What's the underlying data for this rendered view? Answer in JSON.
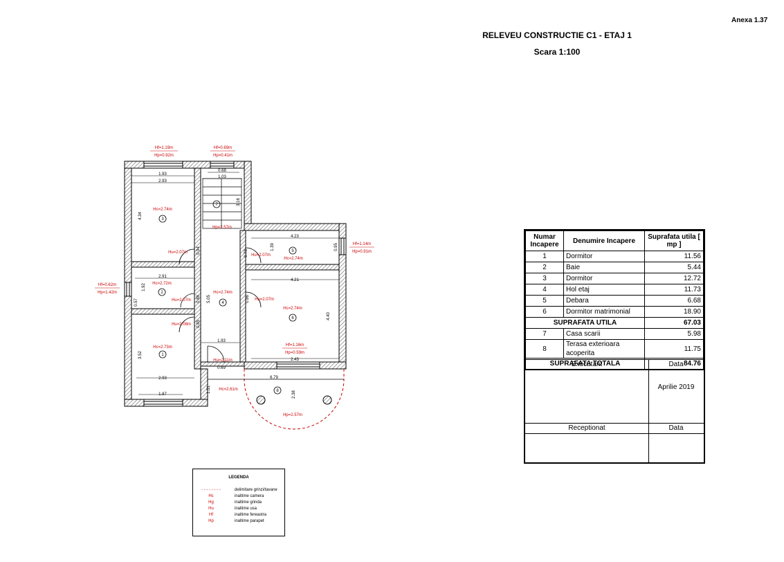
{
  "header": {
    "annex": "Anexa 1.37",
    "title": "RELEVEU CONSTRUCTIE C1 - ETAJ 1",
    "scale": "Scara 1:100"
  },
  "colors": {
    "wall": "#000000",
    "annotation": "#cc0000",
    "hatch": "#777777"
  },
  "plan": {
    "windows": {
      "w3": [
        "Hf=1.19m",
        "Hp=0.92m"
      ],
      "w7": [
        "Hf=0.69m",
        "Hp=0.41m"
      ],
      "w5": [
        "Hf=1.14m",
        "Hp=0.91m"
      ],
      "w2": [
        "Hf=0.62m",
        "Hp=1.42m"
      ],
      "w6": [
        "Hf=1.16m",
        "Hp=0.59m"
      ]
    },
    "dims": {
      "d1": "1.93",
      "d2": "2.93",
      "d3": "0.68",
      "d4": "1.03",
      "d5": "4.34",
      "d6": "3.16",
      "d7": "4.23",
      "d8": "1.39",
      "d9": "0.78",
      "d10": "0.95",
      "d11": "2.91",
      "d12": "1.92",
      "d13": "0.57",
      "d14": "0.94",
      "d15": "4.21",
      "d16": "4.40",
      "d17": "0.88",
      "d18": "0.86",
      "d19": "5.05",
      "d20": "1.93",
      "d21": "0.85",
      "d22": "0.69",
      "d23": "2.43",
      "d24": "3.52",
      "d25": "2.93",
      "d26": "1.87",
      "d27": "1.51",
      "d28": "6.79",
      "d29": "2.38"
    },
    "heights": {
      "hc3": "Hc=2.74m",
      "hu3": "Hu=2.07m",
      "hu7": "Hp=2.57m",
      "hu5": "Hu=2.07m",
      "hc5": "Hc=2.74m",
      "hc2": "Hc=2.72m",
      "hu2": "Hu=2.07m",
      "hc4": "Hc=2.74m",
      "hu6": "Hu=2.07m",
      "hc6": "Hc=2.74m",
      "hu1": "Hu=2.08m",
      "hc1": "Hc=2.73m",
      "hu4": "Hu=2.11m",
      "hc8": "Hc=2.61m",
      "hp8": "Hp=2.57m"
    },
    "rooms": [
      "1",
      "2",
      "3",
      "4",
      "5",
      "6",
      "7",
      "8"
    ]
  },
  "table": {
    "headers": [
      "Numar Incapere",
      "Denumire Incapere",
      "Suprafata utila [ mp ]"
    ],
    "rows": [
      {
        "n": "1",
        "name": "Dormitor",
        "area": "11.56"
      },
      {
        "n": "2",
        "name": "Baie",
        "area": "5.44"
      },
      {
        "n": "3",
        "name": "Dormitor",
        "area": "12.72"
      },
      {
        "n": "4",
        "name": "Hol etaj",
        "area": "11.73"
      },
      {
        "n": "5",
        "name": "Debara",
        "area": "6.68"
      },
      {
        "n": "6",
        "name": "Dormitor matrimonial",
        "area": "18.90"
      }
    ],
    "util_label": "SUPRAFATA UTILA",
    "util_value": "67.03",
    "rows2": [
      {
        "n": "7",
        "name": "Casa scarii",
        "area": "5.98"
      },
      {
        "n": "8",
        "name": "Terasa exterioara acoperita",
        "area": "11.75"
      }
    ],
    "total_label": "SUPRAFATA TOTALA",
    "total_value": "84.76",
    "executant": "Executant",
    "data": "Data",
    "date_value": "Aprilie 2019",
    "receptionat": "Receptionat",
    "data2": "Data"
  },
  "legend": {
    "title": "LEGENDA",
    "items": [
      {
        "sym": "- - - - - - - -",
        "desc": "delimitare grinzi/tavane"
      },
      {
        "sym": "Hc",
        "desc": "inaltime camera"
      },
      {
        "sym": "Hg",
        "desc": "inaltime grinda"
      },
      {
        "sym": "Hu",
        "desc": "inaltime usa"
      },
      {
        "sym": "Hf",
        "desc": "inaltime fereastra"
      },
      {
        "sym": "Hp",
        "desc": "inaltime parapet"
      }
    ]
  }
}
